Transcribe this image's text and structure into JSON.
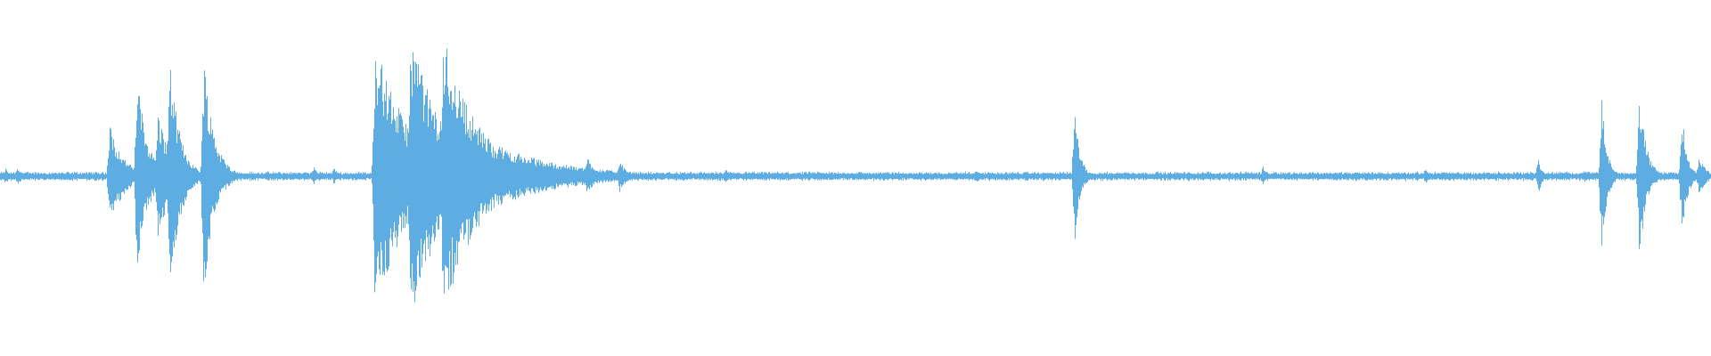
{
  "waveform": {
    "color": "#5DADE2",
    "background": "#FFFFFF",
    "baseline_amplitude": 0.03,
    "bursts": [
      {
        "t": 0.003,
        "peak": 0.05,
        "decay": 0.003
      },
      {
        "t": 0.01,
        "peak": 0.06,
        "decay": 0.003
      },
      {
        "t": 0.064,
        "peak": 0.32,
        "decay": 0.008
      },
      {
        "t": 0.08,
        "peak": 0.62,
        "decay": 0.006
      },
      {
        "t": 0.092,
        "peak": 0.4,
        "decay": 0.008
      },
      {
        "t": 0.099,
        "peak": 0.72,
        "decay": 0.006
      },
      {
        "t": 0.119,
        "peak": 0.74,
        "decay": 0.006
      },
      {
        "t": 0.183,
        "peak": 0.06,
        "decay": 0.003
      },
      {
        "t": 0.195,
        "peak": 0.05,
        "decay": 0.003
      },
      {
        "t": 0.219,
        "peak": 0.83,
        "decay": 0.02
      },
      {
        "t": 0.24,
        "peak": 0.9,
        "decay": 0.018
      },
      {
        "t": 0.259,
        "peak": 0.87,
        "decay": 0.02
      },
      {
        "t": 0.275,
        "peak": 0.28,
        "decay": 0.04
      },
      {
        "t": 0.3,
        "peak": 0.13,
        "decay": 0.04
      },
      {
        "t": 0.343,
        "peak": 0.12,
        "decay": 0.006
      },
      {
        "t": 0.362,
        "peak": 0.1,
        "decay": 0.004
      },
      {
        "t": 0.424,
        "peak": 0.04,
        "decay": 0.004
      },
      {
        "t": 0.57,
        "peak": 0.04,
        "decay": 0.004
      },
      {
        "t": 0.628,
        "peak": 0.42,
        "decay": 0.003
      },
      {
        "t": 0.738,
        "peak": 0.06,
        "decay": 0.003
      },
      {
        "t": 0.833,
        "peak": 0.05,
        "decay": 0.003
      },
      {
        "t": 0.899,
        "peak": 0.12,
        "decay": 0.002
      },
      {
        "t": 0.926,
        "peak": 0.04,
        "decay": 0.004
      },
      {
        "t": 0.936,
        "peak": 0.48,
        "decay": 0.003
      },
      {
        "t": 0.958,
        "peak": 0.52,
        "decay": 0.004
      },
      {
        "t": 0.983,
        "peak": 0.4,
        "decay": 0.003
      },
      {
        "t": 0.993,
        "peak": 0.12,
        "decay": 0.004
      }
    ]
  }
}
